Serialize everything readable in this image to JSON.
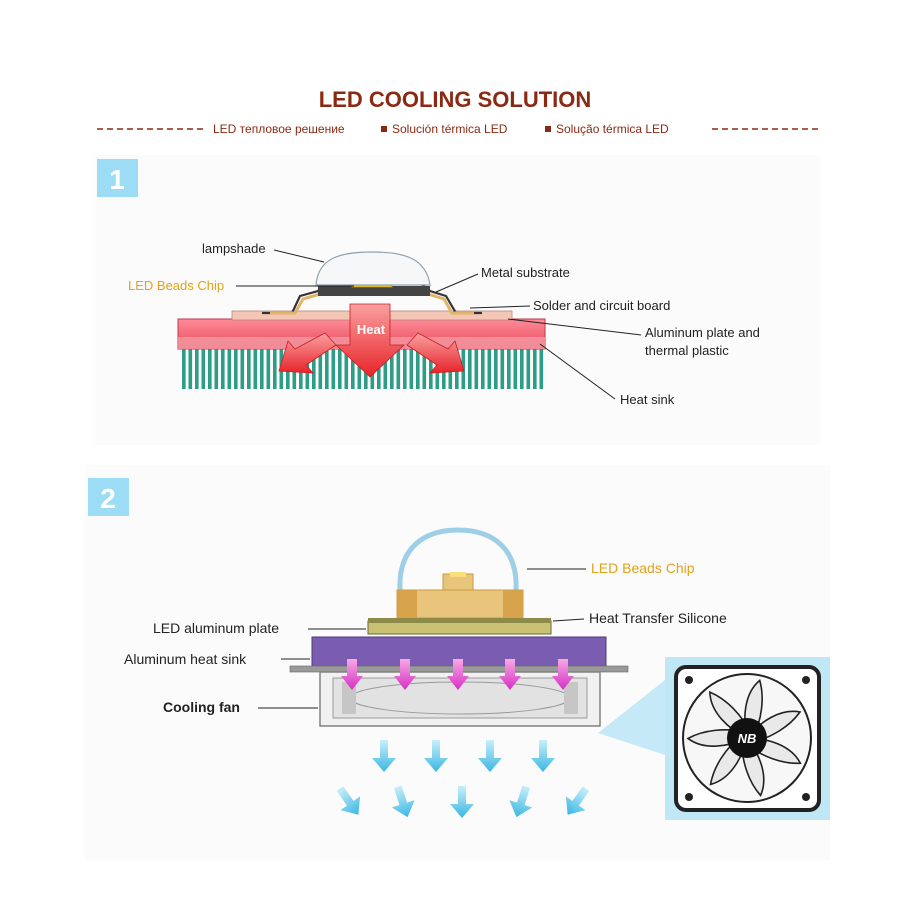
{
  "header": {
    "title": "LED COOLING SOLUTION",
    "subtitle_parts": [
      "LED тепловое решение",
      "Solución térmica LED",
      "Solução térmica LED"
    ],
    "title_color": "#8b2a12",
    "dash_color": "#8b2a12",
    "bullet_color": "#8b2a12"
  },
  "section1": {
    "badge": "1",
    "badge_color": "#9ddcf5",
    "labels": {
      "lampshade": "lampshade",
      "led_beads_chip": "LED Beads Chip",
      "metal_substrate": "Metal substrate",
      "solder": "Solder and circuit board",
      "aluminum_plate_line1": "Aluminum plate and",
      "aluminum_plate_line2": "thermal plastic",
      "heat_sink": "Heat sink",
      "heat": "Heat"
    },
    "colors": {
      "plate": "#f06a78",
      "fins": "#2e9c86",
      "arrow": "#ee3b3b",
      "chip_label": "#e3a21a"
    }
  },
  "section2": {
    "badge": "2",
    "badge_color": "#9ddcf5",
    "labels": {
      "led_beads_chip": "LED Beads Chip",
      "heat_transfer_silicone": "Heat Transfer Silicone",
      "led_aluminum_plate": "LED aluminum plate",
      "aluminum_heat_sink": "Aluminum heat sink",
      "cooling_fan": "Cooling fan",
      "fan_logo": "NB"
    },
    "colors": {
      "heatsink": "#7a5cb0",
      "plate": "#b8b060",
      "chip_base": "#e8c57a",
      "arrow_pink": "#e040d0",
      "arrow_blue": "#49c6ea",
      "chip_label": "#e3a21a",
      "dome": "#9ecfe6"
    }
  }
}
